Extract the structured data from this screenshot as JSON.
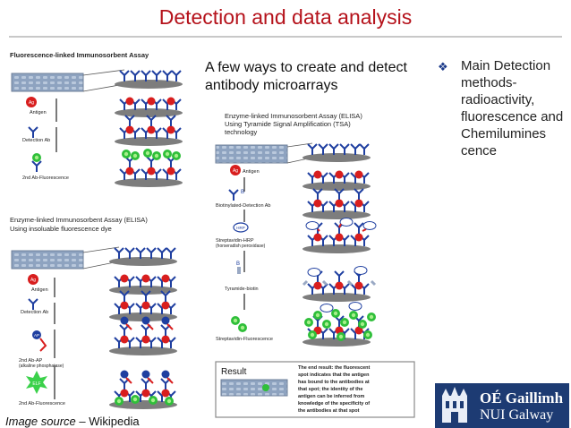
{
  "slide": {
    "title": "Detection and data analysis",
    "bullet": "Main Detection methods- radioactivity, fluorescence and Chemilumines cence",
    "source_label": "Image source",
    "source_rest": " – Wikipedia"
  },
  "figure": {
    "heading_line1": "A few ways to create and detect",
    "heading_line2": "antibody microarrays",
    "fliss": {
      "title": "Fluorescence-linked Immunosorbent Assay",
      "step1": "Antigen",
      "step2": "Detection Ab",
      "step3": "2nd Ab-Fluorescence"
    },
    "elisa_insoluble": {
      "title_line1": "Enzyme-linked Immunosorbent Assay (ELISA)",
      "title_line2": "Using insoluable fluorescence dye",
      "step1": "Antigen",
      "step2": "Detection Ab",
      "step3_line1": "2nd Ab-AP",
      "step3_line2": "(alkaline phosphatase)",
      "step4": "2nd Ab-Fluorescence"
    },
    "elisa_tsa": {
      "title_line1": "Enzyme-linked Immunosorbent Assay (ELISA)",
      "title_line2": "Using Tyramide Signal Amplification (TSA)",
      "title_line3": "technology",
      "step1": "Antigen",
      "step2": "Biotinylated-Detection Ab",
      "step3_line1": "Streptavidin-HRP",
      "step3_line2": "(horseradish peroxidase)",
      "step4": "Tyramide-biotin",
      "step5": "Streptavidin-Fluorescence"
    },
    "glyphs": {
      "antigen": "Ag",
      "hrp": "HRP",
      "ap": "AP",
      "elf": "ELF",
      "biotin": "B"
    },
    "result": {
      "label": "Result",
      "text_lines": [
        "The end result: the fluorescent",
        "spot indicates that the antigen",
        "has bound to the antibodies at",
        "that spot; the identity of the",
        "antigen can be inferred from",
        "knowledge of the specificity of",
        "the antibodies at that spot"
      ]
    }
  },
  "logo": {
    "line1": "OÉ Gaillimh",
    "line2": "NUI Galway"
  },
  "colors": {
    "title": "#b5121b",
    "logo_bg": "#1d3b73",
    "fluorescence": "#2fbf3a",
    "antigen": "#d81e1e",
    "antibody": "#1f3fa0"
  }
}
